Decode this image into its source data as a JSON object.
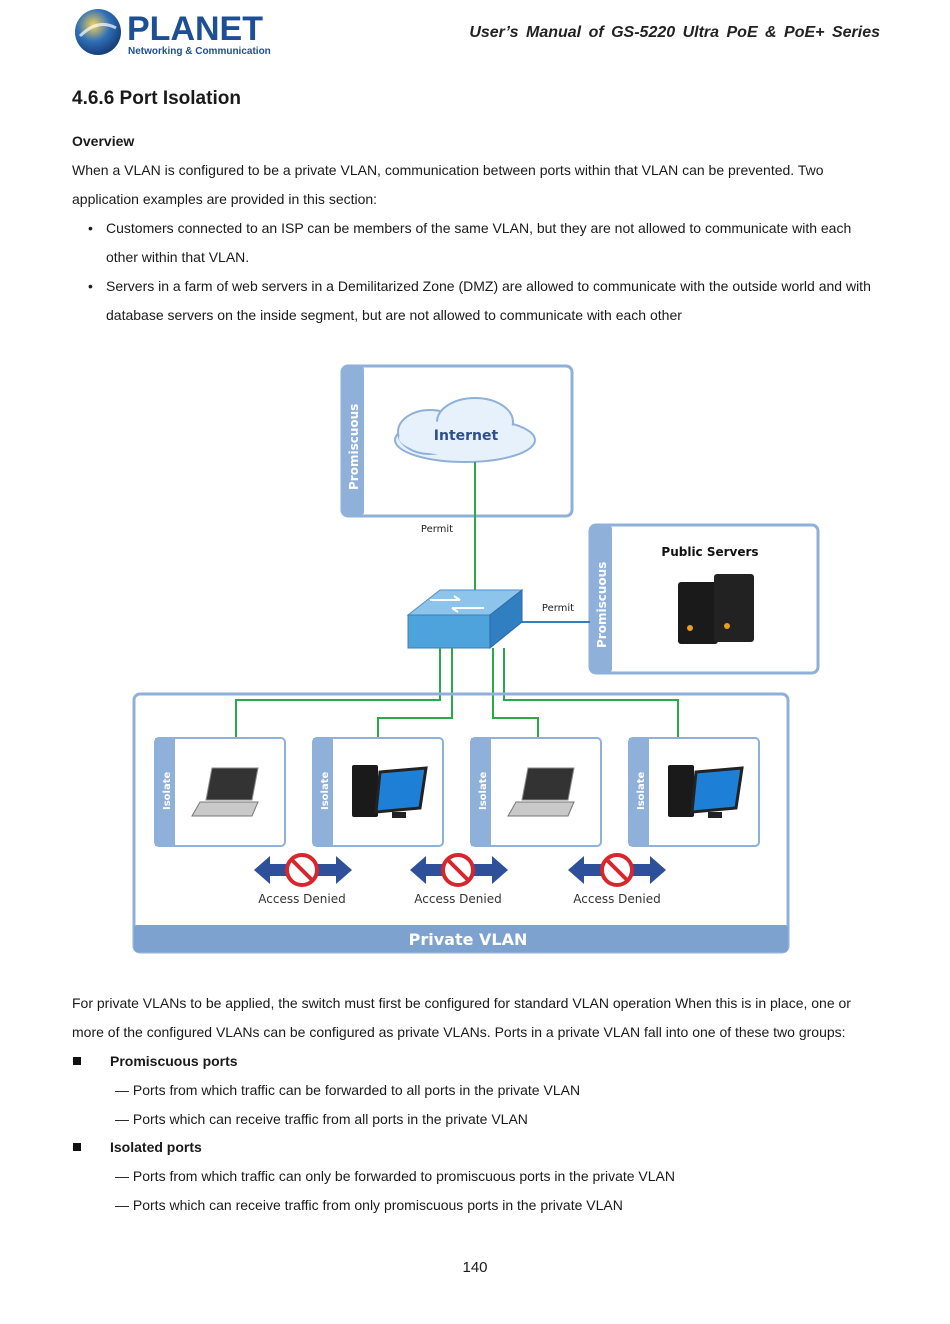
{
  "header": {
    "manual_title": "User’s Manual of GS-5220 Ultra PoE & PoE+ Series",
    "logo_name": "PLANET",
    "logo_tagline": "Networking & Communication"
  },
  "section": {
    "title": "4.6.6 Port Isolation",
    "overview_heading": "Overview",
    "intro": "When a VLAN is configured to be a private VLAN, communication between ports within that VLAN can be prevented. Two application examples are provided in this section:",
    "bullets": [
      "Customers connected to an ISP can be members of the same VLAN, but they are not allowed to communicate with each other within that VLAN.",
      "Servers in a farm of web servers in a Demilitarized Zone (DMZ) are allowed to communicate with the outside world and with database servers on the inside segment, but are not allowed to communicate with each other"
    ]
  },
  "diagram": {
    "promiscuous_label": "Promiscuous",
    "internet_label": "Internet",
    "permit_label": "Permit",
    "public_servers_label": "Public Servers",
    "isolate_label": "Isolate",
    "access_denied_label": "Access Denied",
    "private_vlan_label": "Private VLAN",
    "colors": {
      "frame": "#8fb0d8",
      "band": "#7ea2cf",
      "link": "#2aa84a",
      "permit_link": "#2f7fc1",
      "arrow": "#2e4f9a",
      "denied": "#d8262e"
    }
  },
  "body": {
    "paragraph": "For private VLANs to be applied, the switch must first be configured for standard VLAN operation When this is in place, one or more of the configured VLANs can be configured as private VLANs. Ports in a private VLAN fall into one of these two groups:",
    "groups": [
      {
        "title": "Promiscuous ports",
        "items": [
          "— Ports from which traffic can be forwarded to all ports in the private VLAN",
          "— Ports which can receive traffic from all ports in the private VLAN"
        ]
      },
      {
        "title": "Isolated ports",
        "items": [
          "— Ports from which traffic can only be forwarded to promiscuous ports in the private VLAN",
          "— Ports which can receive traffic from only promiscuous ports in the private VLAN"
        ]
      }
    ]
  },
  "footer": {
    "page_number": "140"
  }
}
